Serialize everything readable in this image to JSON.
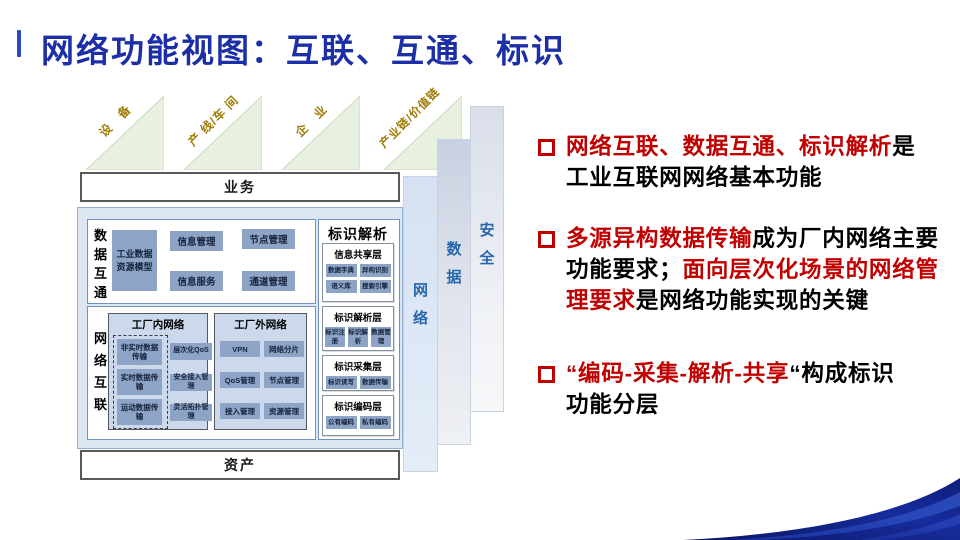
{
  "colors": {
    "red": "#c00000",
    "dark": "#000000",
    "accent": "#1d2fa6",
    "gold": "#9e7c07",
    "bar_label_blue": "#2766ac",
    "item_blue": "#8da4c7"
  },
  "title": "网络功能视图：互联、互通、标识",
  "diagram": {
    "scopes": [
      "设　备",
      "产 线/车 间",
      "企　业",
      "产业链/价值链"
    ],
    "top_bar": "业务",
    "bottom_bar": "资产",
    "side_bars": [
      "网络",
      "数据",
      "安全"
    ],
    "data_section": {
      "label": "数据互通",
      "model": "工业数据资源模型",
      "items": [
        "信息管理",
        "节点管理",
        "信息服务",
        "通道管理"
      ]
    },
    "network_section": {
      "label": "网络互联",
      "internal": {
        "title": "工厂内网络",
        "left_items": [
          "非实时数据传输",
          "实时数据传输",
          "运动数据传输"
        ],
        "right_items": [
          "层次化QoS",
          "安全接入管理",
          "灵活拓扑管理"
        ]
      },
      "external": {
        "title": "工厂外网络",
        "items": [
          "VPN",
          "网络分片",
          "QoS管理",
          "节点管理",
          "接入管理",
          "资源管理"
        ]
      }
    },
    "id_section": {
      "title": "标识解析",
      "layers": [
        {
          "title": "信息共享层",
          "items": [
            "数据字典",
            "异构识别",
            "语义库",
            "搜索引擎"
          ]
        },
        {
          "title": "标识解析层",
          "items": [
            "标识注册",
            "标识解析",
            "数据管理"
          ]
        },
        {
          "title": "标识采集层",
          "items": [
            "标识读写",
            "数据传输"
          ]
        },
        {
          "title": "标识编码层",
          "items": [
            "公有编码",
            "私有编码"
          ]
        }
      ]
    }
  },
  "bullets": [
    {
      "segments": [
        {
          "text": "网络互联、数据互通、标识解析",
          "color": "red"
        },
        {
          "text": "是\n工业互联网网络基本功能",
          "color": "dark"
        }
      ]
    },
    {
      "segments": [
        {
          "text": "多源异构数据传输",
          "color": "red"
        },
        {
          "text": "成为厂内网络主要\n功能要求；",
          "color": "dark"
        },
        {
          "text": "面向层次化场景的网络管\n理要求",
          "color": "red"
        },
        {
          "text": "是网络功能实现的关键",
          "color": "dark"
        }
      ]
    },
    {
      "segments": [
        {
          "text": "“编码-采集-解析-共享",
          "color": "red"
        },
        {
          "text": "“构成标识\n功能分层",
          "color": "dark"
        }
      ]
    }
  ]
}
